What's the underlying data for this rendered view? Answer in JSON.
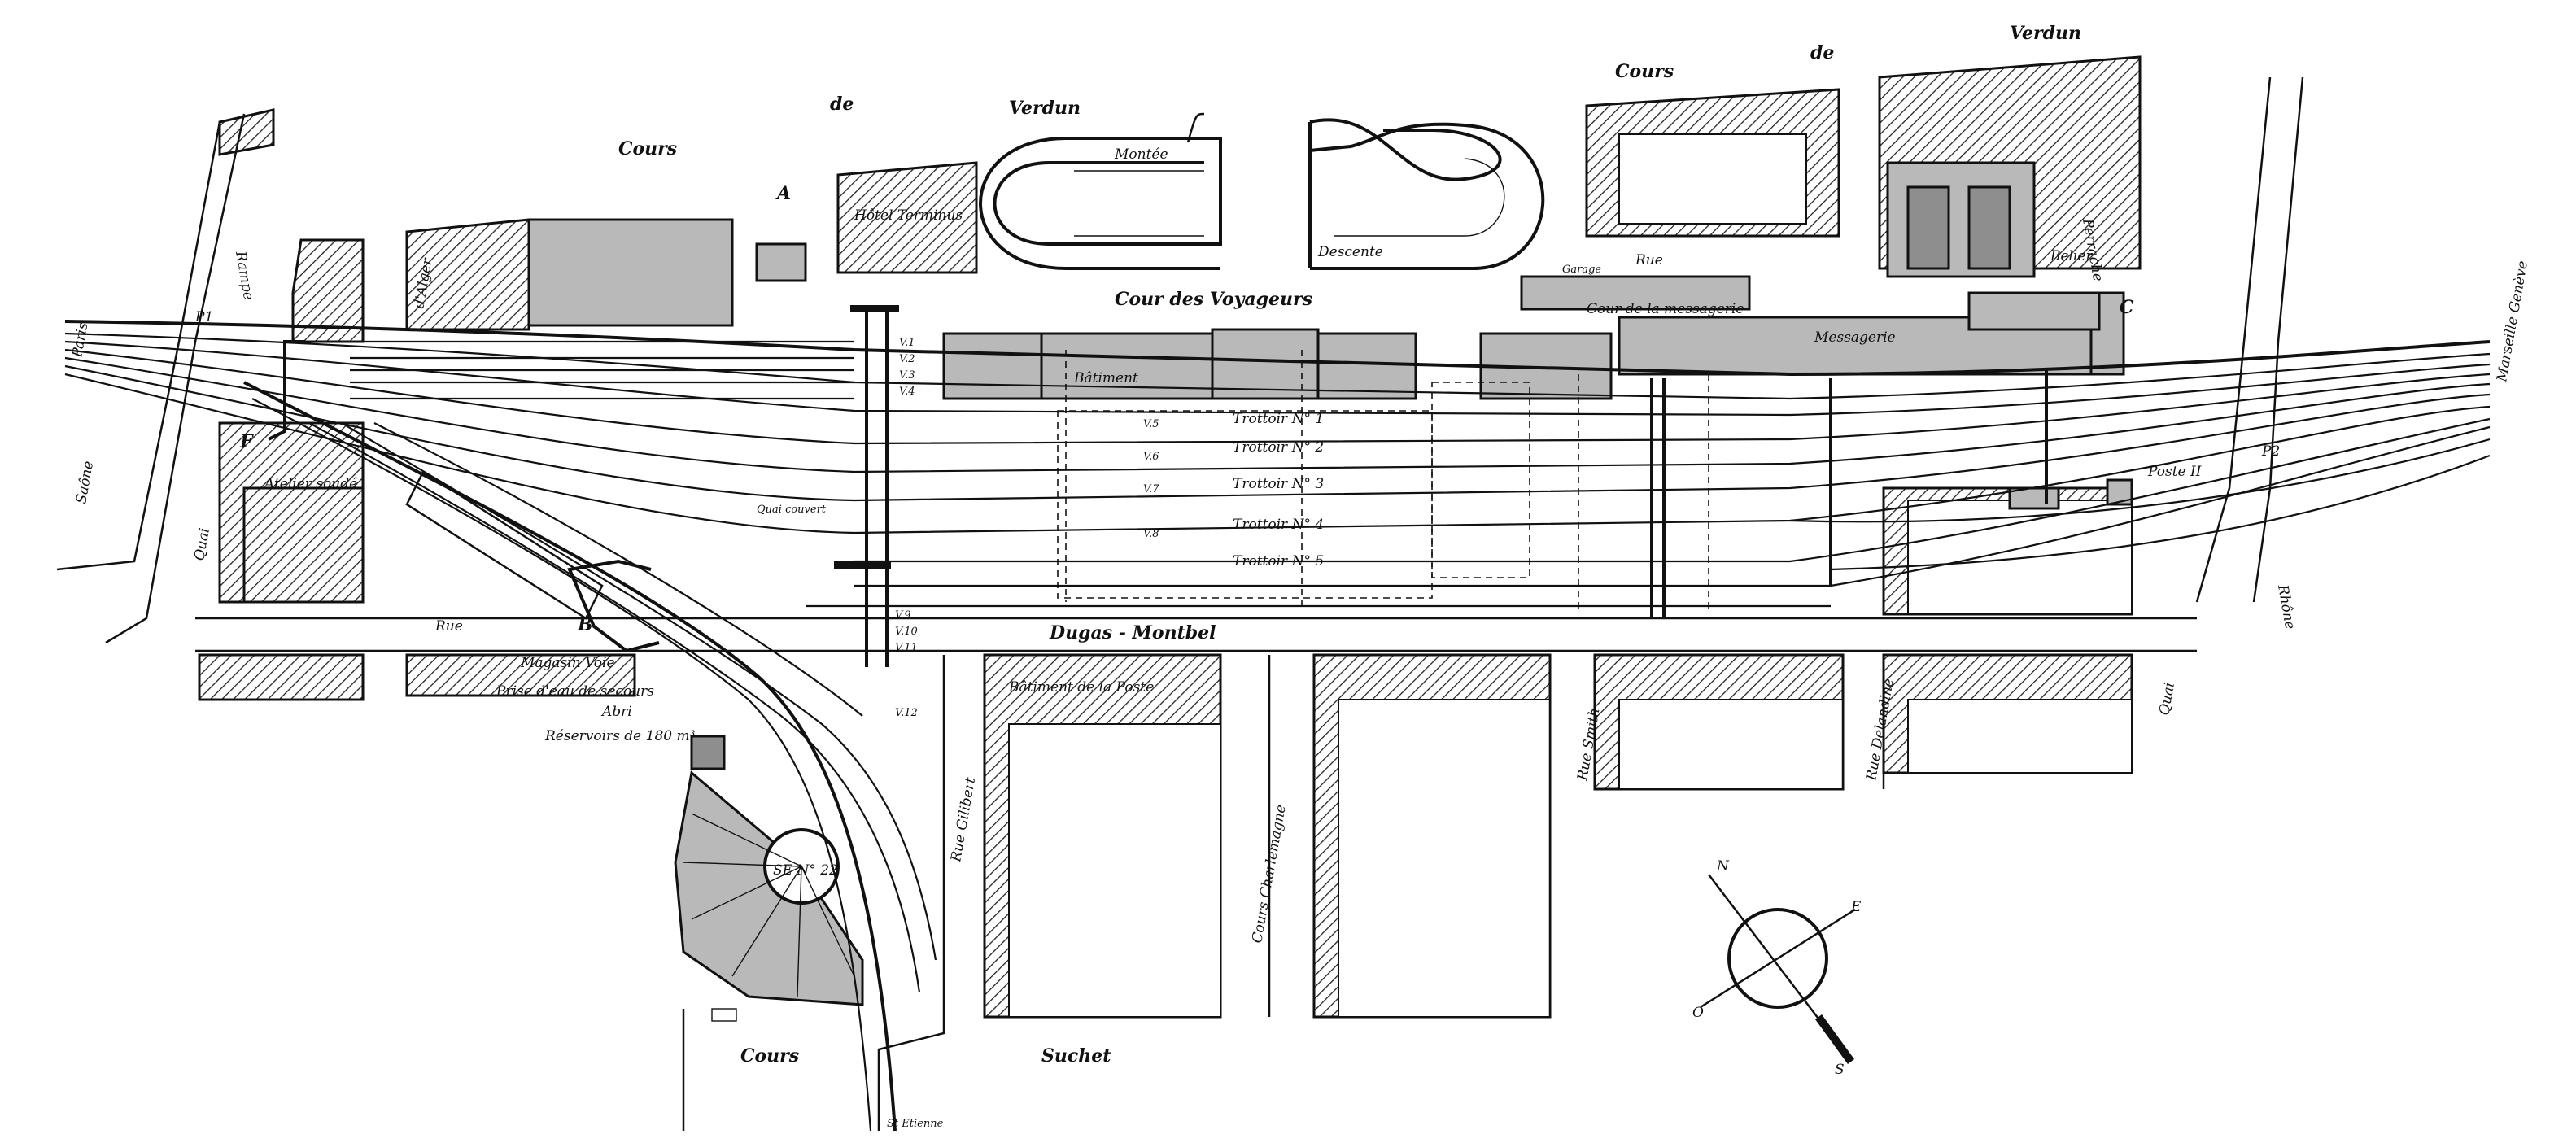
{
  "streets": {
    "cours_top_left": "Cours",
    "de_top_left": "de",
    "verdun_top_left": "Verdun",
    "cours_top_right": "Cours",
    "de_top_right": "de",
    "verdun_top_right": "Verdun",
    "quai_left": "Quai",
    "rampe_left": "Rampe",
    "alger": "d'Alger",
    "cours_des_voyageurs": "Cour des Voyageurs",
    "rue_belier": "Belier",
    "rue_top": "Rue",
    "rue_left": "Rue",
    "dugas_montbel": "Dugas - Montbel",
    "rue_gilibert": "Rue Gilibert",
    "cours_charlemagne": "Cours Charlemagne",
    "rue_smith": "Rue Smith",
    "rue_delandine": "Rue Delandine",
    "quai_right": "Quai",
    "cours_bottom": "Cours",
    "suchet": "Suchet",
    "perrache": "Perrache"
  },
  "directions": {
    "paris": "Paris",
    "saone": "Saône",
    "marseille": "Marseille Genève",
    "rhone": "Rhône",
    "st_etienne": "St Etienne"
  },
  "labels": {
    "A": "A",
    "B": "B",
    "C": "C",
    "F": "F",
    "P1": "P1",
    "P2": "P2",
    "montee": "Montée",
    "descente": "Descente",
    "hotel": "Hôtel Terminus",
    "batiment": "Bâtiment",
    "batiment_poste": "Bâtiment de la Poste",
    "atelier": "Atelier soudé",
    "magasin": "Magasin Voie",
    "prise_eau": "Prise d'eau de secours",
    "abri": "Abri",
    "reservoirs": "Réservoirs de 180 m³",
    "cour_messagerie": "Cour de la messagerie",
    "messagerie": "Messagerie",
    "garage": "Garage",
    "trottoir_1": "Trottoir N° 1",
    "trottoir_2": "Trottoir N° 2",
    "trottoir_3": "Trottoir N° 3",
    "trottoir_4": "Trottoir N° 4",
    "trottoir_5": "Trottoir N° 5",
    "quai_couvert": "Quai couvert",
    "poste_II": "Poste II",
    "rotonde": "SE N° 22",
    "tracks": [
      "V.1",
      "V.2",
      "V.3",
      "V.4",
      "V.5",
      "V.6",
      "V.7",
      "V.8",
      "V.9",
      "V.10",
      "V.11",
      "V.12"
    ]
  },
  "compass": {
    "n": "N",
    "e": "E",
    "s": "S",
    "o": "O"
  },
  "colors": {
    "ink": "#111111",
    "paper": "#ffffff",
    "building": "#b9b9b9",
    "building_dark": "#8e8e8e"
  }
}
